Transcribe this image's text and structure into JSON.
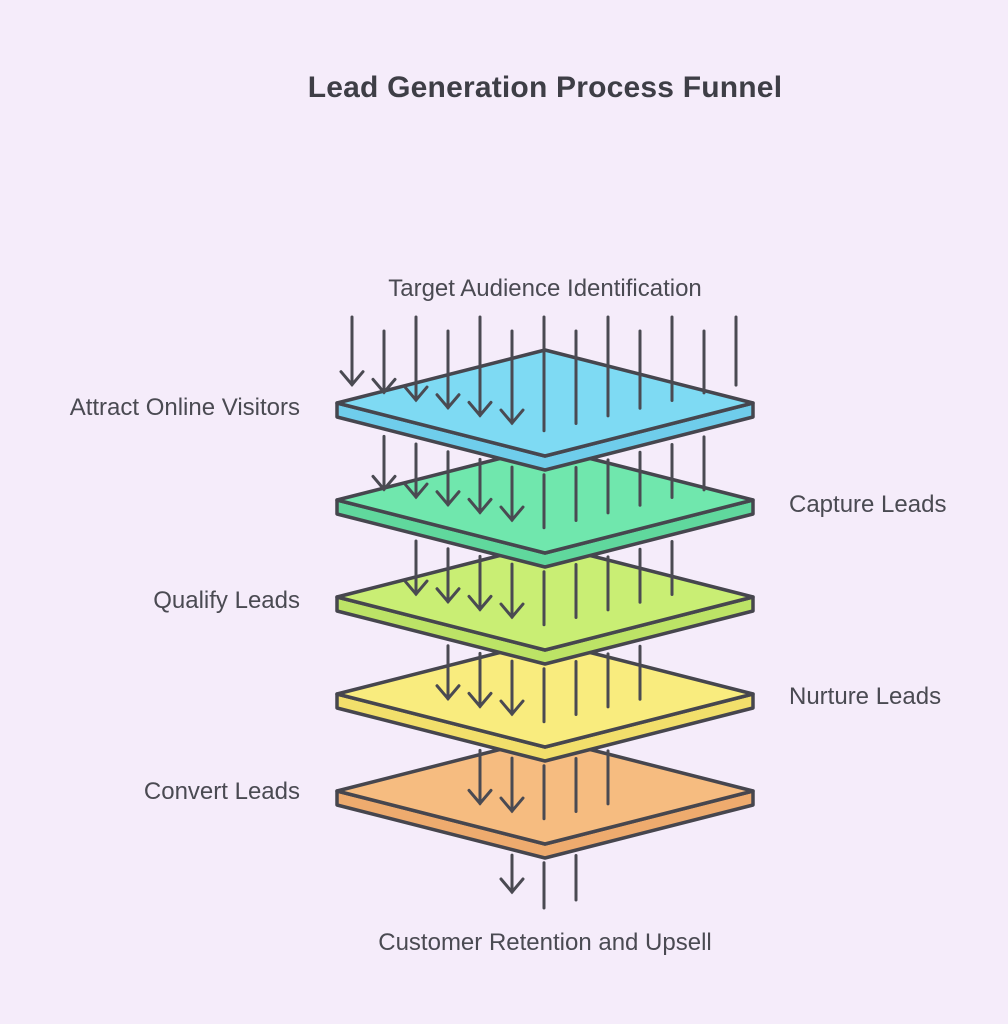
{
  "title": "Lead Generation Process Funnel",
  "funnel": {
    "input_label": "Target Audience Identification",
    "output_label": "Customer Retention and Upsell",
    "stages": [
      {
        "label": "Attract Online Visitors",
        "side": "left",
        "top_color": "#7edaf3",
        "edge_color": "#6fcdeb"
      },
      {
        "label": "Capture Leads",
        "side": "right",
        "top_color": "#70e7ad",
        "edge_color": "#60d89d"
      },
      {
        "label": "Qualify Leads",
        "side": "left",
        "top_color": "#c9ee74",
        "edge_color": "#bce366"
      },
      {
        "label": "Nurture Leads",
        "side": "right",
        "top_color": "#f9ec7e",
        "edge_color": "#f2df6b"
      },
      {
        "label": "Convert Leads",
        "side": "left",
        "top_color": "#f6bc80",
        "edge_color": "#eeab6e"
      }
    ]
  },
  "colors": {
    "background": "#f5ecfa",
    "outline": "#46464e",
    "arrow": "#4a4a52",
    "title_text": "#3e3e46",
    "label_text": "#4a4a52"
  }
}
